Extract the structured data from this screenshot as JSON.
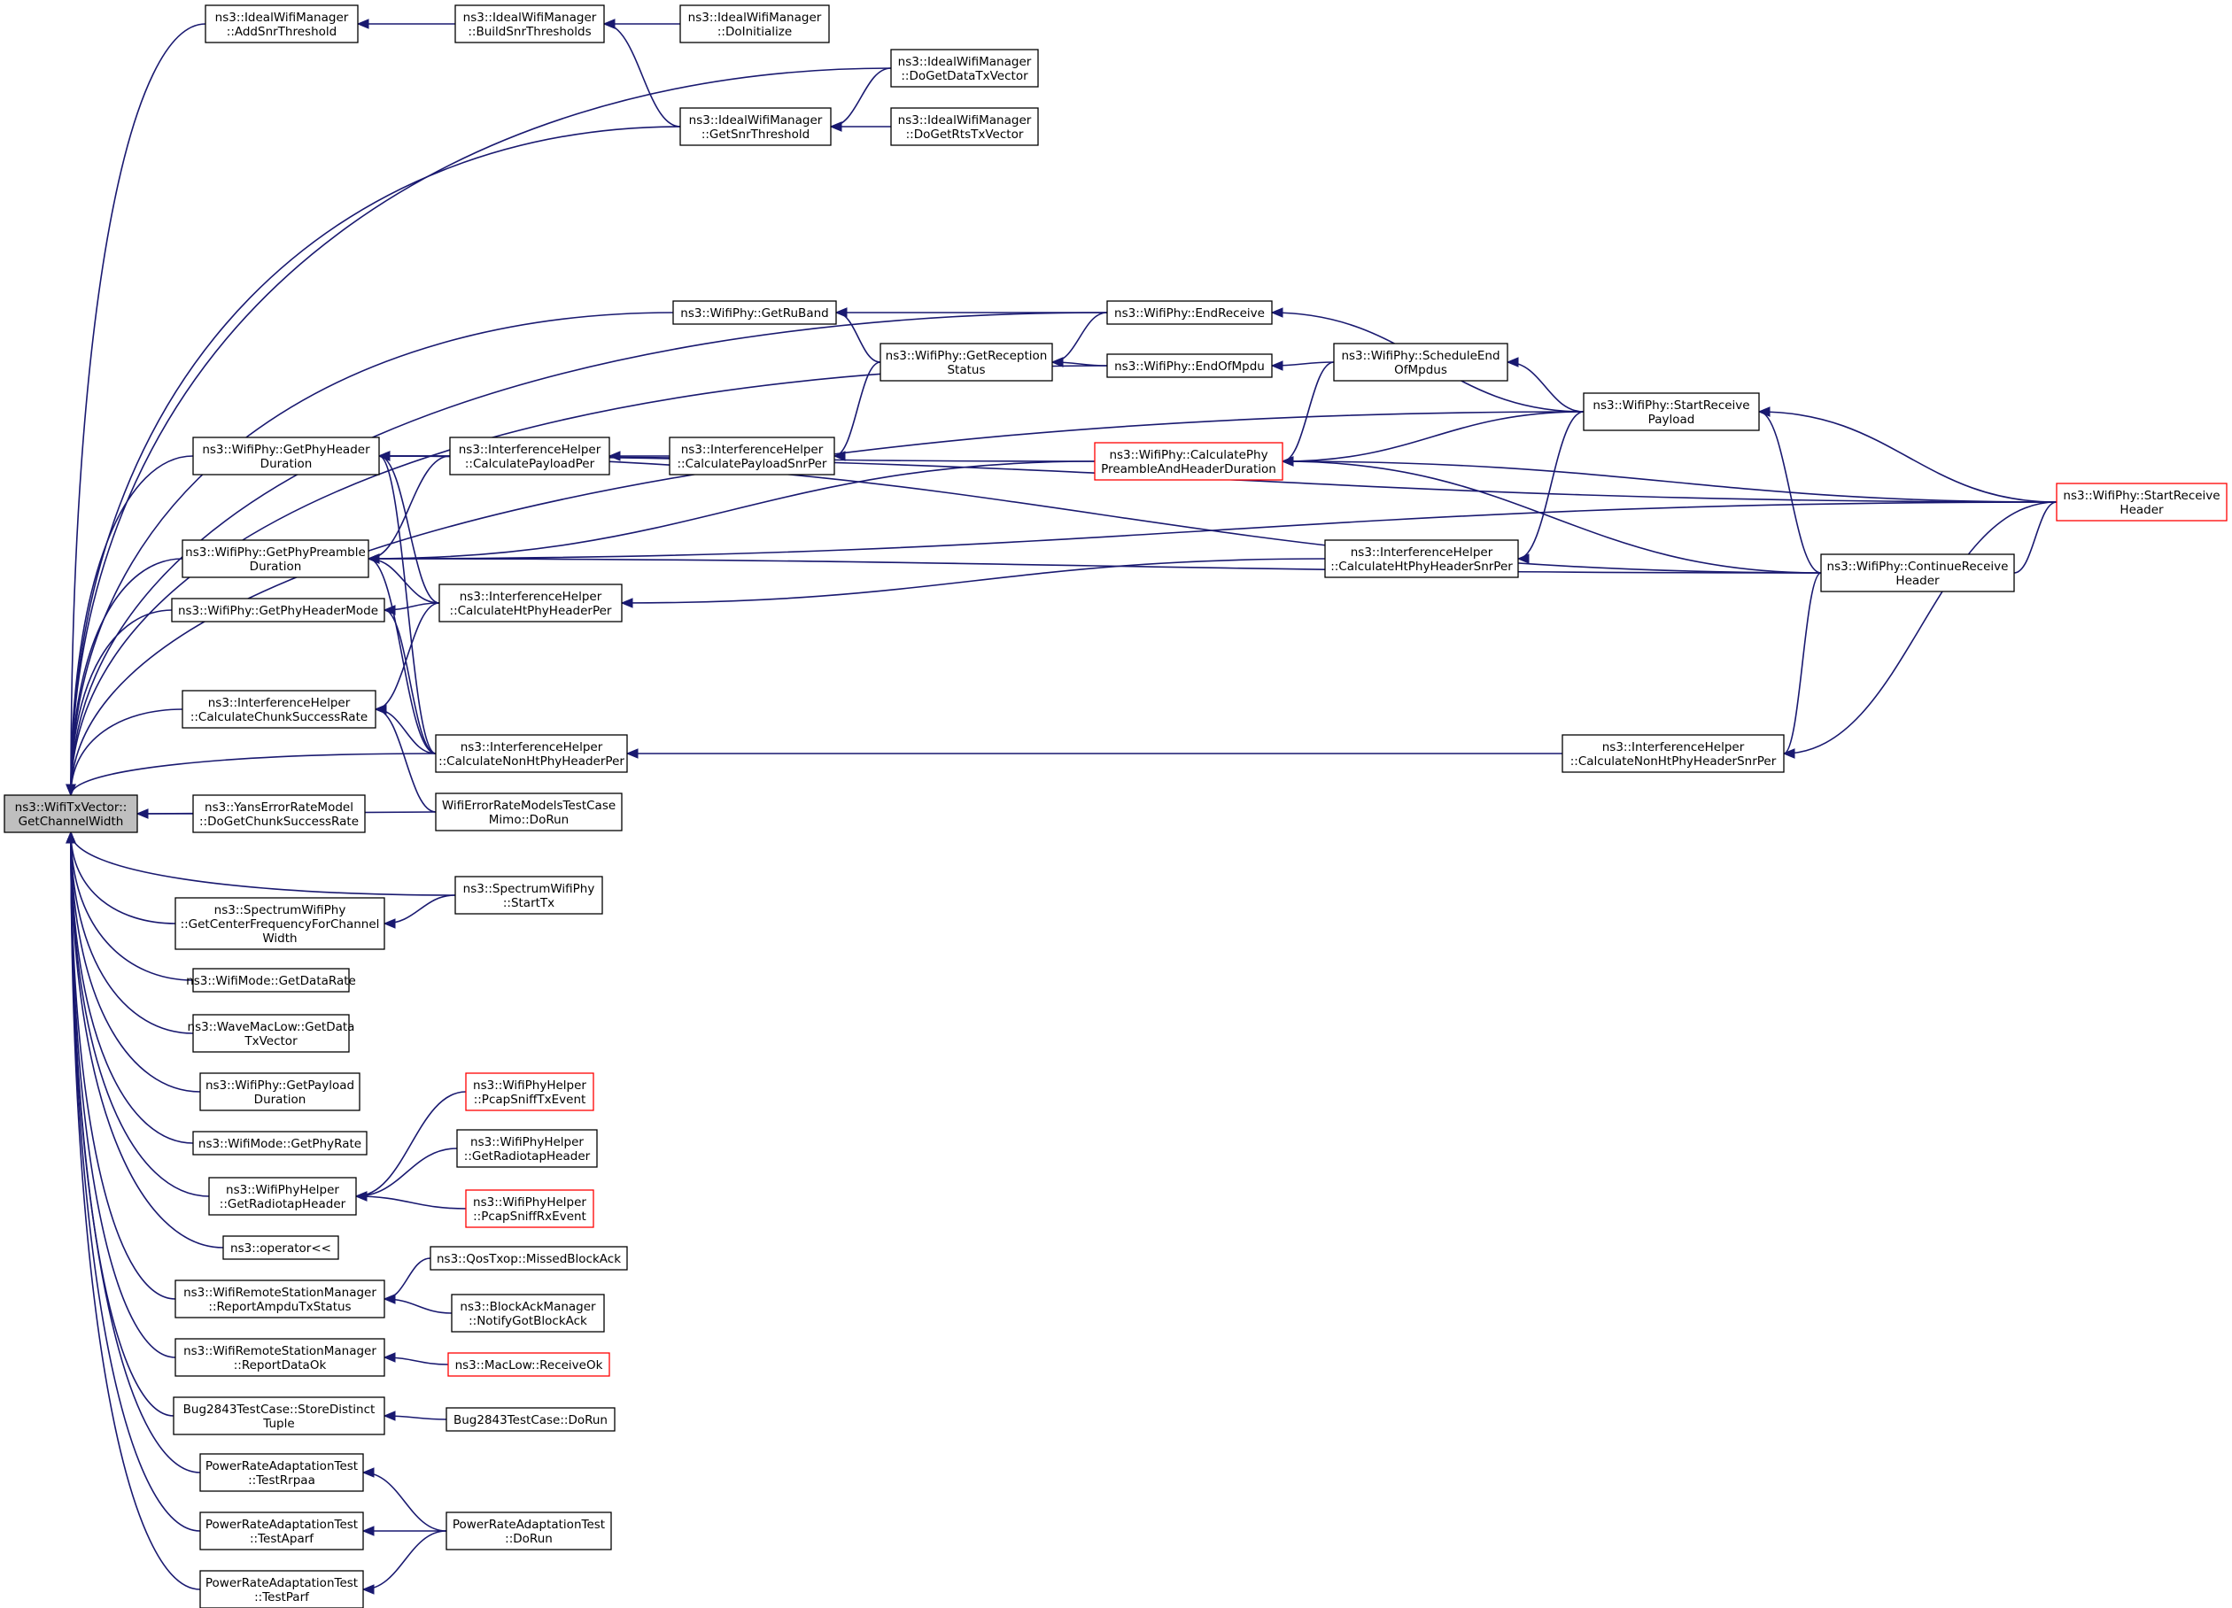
{
  "colors": {
    "edge": "#191970",
    "node_border": "#000000",
    "truncated_border": "#ff0000",
    "root_fill": "#bfbfbf",
    "node_fill": "#ffffff"
  },
  "nodes": [
    {
      "id": "root",
      "lines": [
        "ns3::WifiTxVector::",
        "GetChannelWidth"
      ],
      "root": true
    },
    {
      "id": "addsnr",
      "lines": [
        "ns3::IdealWifiManager",
        "::AddSnrThreshold"
      ]
    },
    {
      "id": "buildsnr",
      "lines": [
        "ns3::IdealWifiManager",
        "::BuildSnrThresholds"
      ]
    },
    {
      "id": "doinit",
      "lines": [
        "ns3::IdealWifiManager",
        "::DoInitialize"
      ]
    },
    {
      "id": "dogetdata",
      "lines": [
        "ns3::IdealWifiManager",
        "::DoGetDataTxVector"
      ]
    },
    {
      "id": "getsnr",
      "lines": [
        "ns3::IdealWifiManager",
        "::GetSnrThreshold"
      ]
    },
    {
      "id": "dogetrts",
      "lines": [
        "ns3::IdealWifiManager",
        "::DoGetRtsTxVector"
      ]
    },
    {
      "id": "getruband",
      "lines": [
        "ns3::WifiPhy::GetRuBand"
      ]
    },
    {
      "id": "endreceive",
      "lines": [
        "ns3::WifiPhy::EndReceive"
      ]
    },
    {
      "id": "getrecstatus",
      "lines": [
        "ns3::WifiPhy::GetReception",
        "Status"
      ]
    },
    {
      "id": "endofmpdu",
      "lines": [
        "ns3::WifiPhy::EndOfMpdu"
      ]
    },
    {
      "id": "schedend",
      "lines": [
        "ns3::WifiPhy::ScheduleEnd",
        "OfMpdus"
      ]
    },
    {
      "id": "startrecpayload",
      "lines": [
        "ns3::WifiPhy::StartReceive",
        "Payload"
      ]
    },
    {
      "id": "getphyheaderdur",
      "lines": [
        "ns3::WifiPhy::GetPhyHeader",
        "Duration"
      ]
    },
    {
      "id": "calcpayloadper",
      "lines": [
        "ns3::InterferenceHelper",
        "::CalculatePayloadPer"
      ]
    },
    {
      "id": "calcpayloadsnrper",
      "lines": [
        "ns3::InterferenceHelper",
        "::CalculatePayloadSnrPer"
      ]
    },
    {
      "id": "calcphypreamble",
      "lines": [
        "ns3::WifiPhy::CalculatePhy",
        "PreambleAndHeaderDuration"
      ],
      "truncated": true
    },
    {
      "id": "startrecheader",
      "lines": [
        "ns3::WifiPhy::StartReceive",
        "Header"
      ],
      "truncated": true
    },
    {
      "id": "getphypreambledur",
      "lines": [
        "ns3::WifiPhy::GetPhyPreamble",
        "Duration"
      ]
    },
    {
      "id": "calchtphyheaderper",
      "lines": [
        "ns3::InterferenceHelper",
        "::CalculateHtPhyHeaderPer"
      ]
    },
    {
      "id": "calchtphyheadersnrper",
      "lines": [
        "ns3::InterferenceHelper",
        "::CalculateHtPhyHeaderSnrPer"
      ]
    },
    {
      "id": "continuerecheader",
      "lines": [
        "ns3::WifiPhy::ContinueReceive",
        "Header"
      ]
    },
    {
      "id": "getphyheadermode",
      "lines": [
        "ns3::WifiPhy::GetPhyHeaderMode"
      ]
    },
    {
      "id": "calcchunk",
      "lines": [
        "ns3::InterferenceHelper",
        "::CalculateChunkSuccessRate"
      ]
    },
    {
      "id": "calcnonhtper",
      "lines": [
        "ns3::InterferenceHelper",
        "::CalculateNonHtPhyHeaderPer"
      ]
    },
    {
      "id": "calcnonhtsnrper",
      "lines": [
        "ns3::InterferenceHelper",
        "::CalculateNonHtPhyHeaderSnrPer"
      ]
    },
    {
      "id": "wifierrmimo",
      "lines": [
        "WifiErrorRateModelsTestCase",
        "Mimo::DoRun"
      ]
    },
    {
      "id": "yanserr",
      "lines": [
        "ns3::YansErrorRateModel",
        "::DoGetChunkSuccessRate"
      ]
    },
    {
      "id": "spectrumstarttx",
      "lines": [
        "ns3::SpectrumWifiPhy",
        "::StartTx"
      ]
    },
    {
      "id": "spectrumcenter",
      "lines": [
        "ns3::SpectrumWifiPhy",
        "::GetCenterFrequencyForChannel",
        "Width"
      ]
    },
    {
      "id": "getdatarate",
      "lines": [
        "ns3::WifiMode::GetDataRate"
      ]
    },
    {
      "id": "wavemaclow",
      "lines": [
        "ns3::WaveMacLow::GetData",
        "TxVector"
      ]
    },
    {
      "id": "getpayloaddur",
      "lines": [
        "ns3::WifiPhy::GetPayload",
        "Duration"
      ]
    },
    {
      "id": "getphyrate",
      "lines": [
        "ns3::WifiMode::GetPhyRate"
      ]
    },
    {
      "id": "pcapsnifftx",
      "lines": [
        "ns3::WifiPhyHelper",
        "::PcapSniffTxEvent"
      ],
      "truncated": true
    },
    {
      "id": "helperradiotap",
      "lines": [
        "ns3::WifiPhyHelper",
        "::GetRadiotapHeader"
      ]
    },
    {
      "id": "helperradiotap2",
      "lines": [
        "ns3::WifiPhyHelper",
        "::GetRadiotapHeader"
      ]
    },
    {
      "id": "pcapsniffrx",
      "lines": [
        "ns3::WifiPhyHelper",
        "::PcapSniffRxEvent"
      ],
      "truncated": true
    },
    {
      "id": "operatorll",
      "lines": [
        "ns3::operator<<"
      ]
    },
    {
      "id": "missedblockack",
      "lines": [
        "ns3::QosTxop::MissedBlockAck"
      ]
    },
    {
      "id": "reportampdu",
      "lines": [
        "ns3::WifiRemoteStationManager",
        "::ReportAmpduTxStatus"
      ]
    },
    {
      "id": "notifygotblockack",
      "lines": [
        "ns3::BlockAckManager",
        "::NotifyGotBlockAck"
      ]
    },
    {
      "id": "reportdataok",
      "lines": [
        "ns3::WifiRemoteStationManager",
        "::ReportDataOk"
      ]
    },
    {
      "id": "maclowreceiveok",
      "lines": [
        "ns3::MacLow::ReceiveOk"
      ],
      "truncated": true
    },
    {
      "id": "bugstore",
      "lines": [
        "Bug2843TestCase::StoreDistinct",
        "Tuple"
      ]
    },
    {
      "id": "bugdorun",
      "lines": [
        "Bug2843TestCase::DoRun"
      ]
    },
    {
      "id": "testrrpaa",
      "lines": [
        "PowerRateAdaptationTest",
        "::TestRrpaa"
      ]
    },
    {
      "id": "pratedorun",
      "lines": [
        "PowerRateAdaptationTest",
        "::DoRun"
      ]
    },
    {
      "id": "testaparf",
      "lines": [
        "PowerRateAdaptationTest",
        "::TestAparf"
      ]
    },
    {
      "id": "testparf",
      "lines": [
        "PowerRateAdaptationTest",
        "::TestParf"
      ]
    }
  ]
}
